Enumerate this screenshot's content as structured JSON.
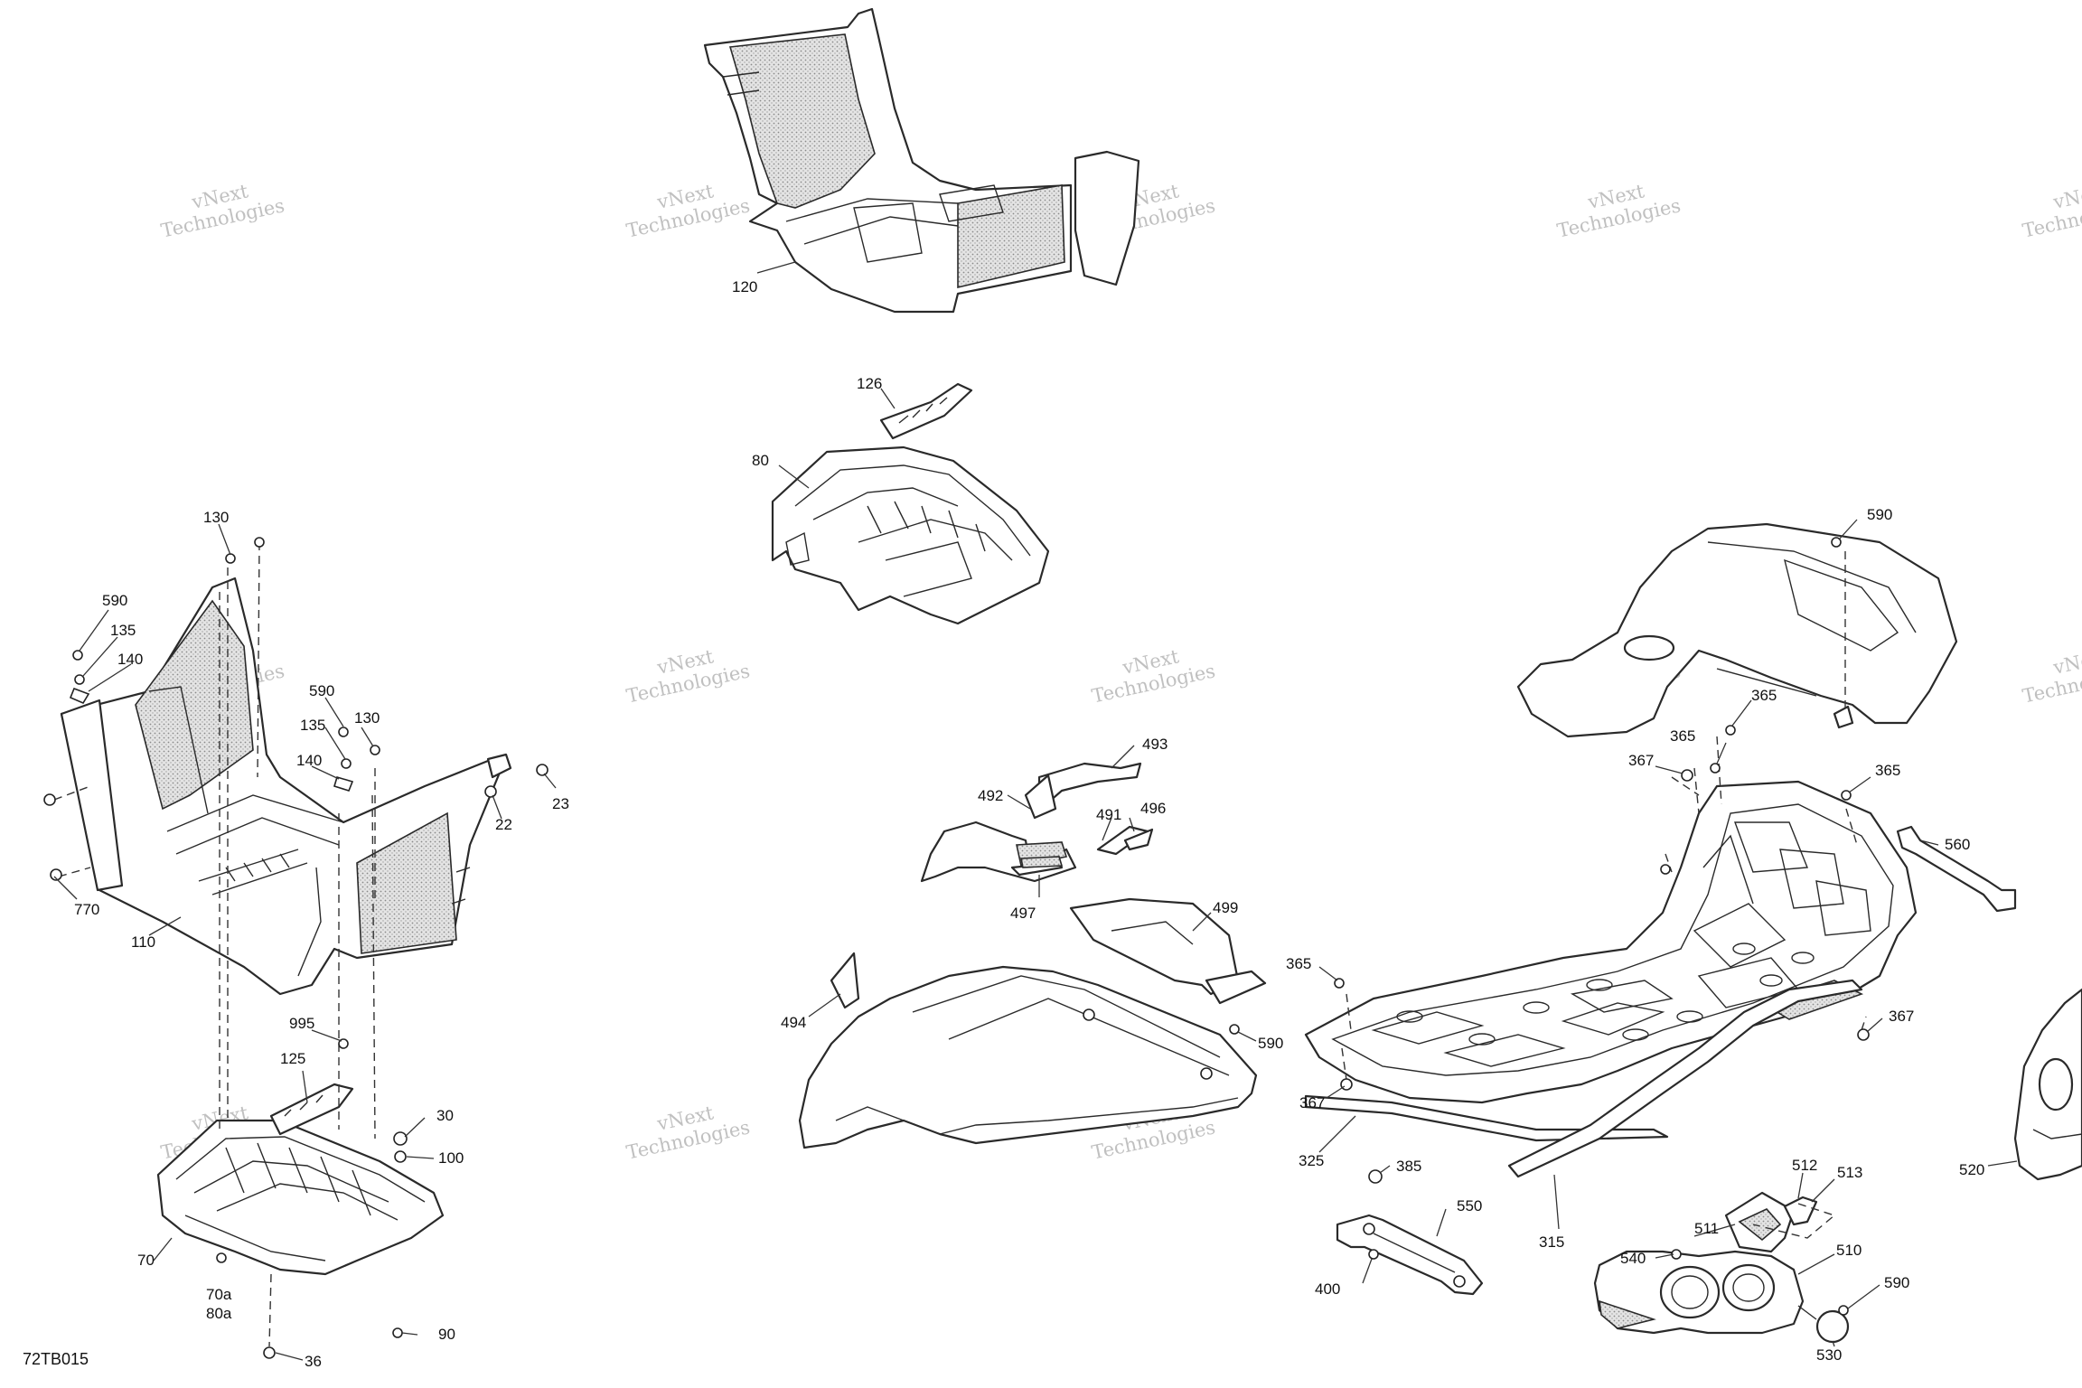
{
  "diagram_ref": "72TB015",
  "watermark": {
    "line1": "vNext",
    "line2": "Technologies"
  },
  "labels": [
    {
      "id": "120",
      "text": "120"
    },
    {
      "id": "126",
      "text": "126"
    },
    {
      "id": "80",
      "text": "80"
    },
    {
      "id": "130a",
      "text": "130"
    },
    {
      "id": "590a",
      "text": "590"
    },
    {
      "id": "135a",
      "text": "135"
    },
    {
      "id": "140a",
      "text": "140"
    },
    {
      "id": "590b",
      "text": "590"
    },
    {
      "id": "135b",
      "text": "135"
    },
    {
      "id": "130b",
      "text": "130"
    },
    {
      "id": "140b",
      "text": "140"
    },
    {
      "id": "23",
      "text": "23"
    },
    {
      "id": "22",
      "text": "22"
    },
    {
      "id": "770",
      "text": "770"
    },
    {
      "id": "110",
      "text": "110"
    },
    {
      "id": "995",
      "text": "995"
    },
    {
      "id": "125",
      "text": "125"
    },
    {
      "id": "30",
      "text": "30"
    },
    {
      "id": "100",
      "text": "100"
    },
    {
      "id": "70",
      "text": "70"
    },
    {
      "id": "70a",
      "text": "70a"
    },
    {
      "id": "80a",
      "text": "80a"
    },
    {
      "id": "90",
      "text": "90"
    },
    {
      "id": "36",
      "text": "36"
    },
    {
      "id": "493",
      "text": "493"
    },
    {
      "id": "492",
      "text": "492"
    },
    {
      "id": "491",
      "text": "491"
    },
    {
      "id": "496",
      "text": "496"
    },
    {
      "id": "497",
      "text": "497"
    },
    {
      "id": "499",
      "text": "499"
    },
    {
      "id": "494",
      "text": "494"
    },
    {
      "id": "590c",
      "text": "590"
    },
    {
      "id": "365a",
      "text": "365"
    },
    {
      "id": "367a",
      "text": "367"
    },
    {
      "id": "325",
      "text": "325"
    },
    {
      "id": "590d",
      "text": "590"
    },
    {
      "id": "365b",
      "text": "365"
    },
    {
      "id": "365c",
      "text": "365"
    },
    {
      "id": "367b",
      "text": "367"
    },
    {
      "id": "365d",
      "text": "365"
    },
    {
      "id": "560",
      "text": "560"
    },
    {
      "id": "367c",
      "text": "367"
    },
    {
      "id": "385",
      "text": "385"
    },
    {
      "id": "550",
      "text": "550"
    },
    {
      "id": "400",
      "text": "400"
    },
    {
      "id": "315",
      "text": "315"
    },
    {
      "id": "512",
      "text": "512"
    },
    {
      "id": "513",
      "text": "513"
    },
    {
      "id": "511",
      "text": "511"
    },
    {
      "id": "540",
      "text": "540"
    },
    {
      "id": "510",
      "text": "510"
    },
    {
      "id": "590e",
      "text": "590"
    },
    {
      "id": "530",
      "text": "530"
    },
    {
      "id": "520",
      "text": "520"
    }
  ]
}
